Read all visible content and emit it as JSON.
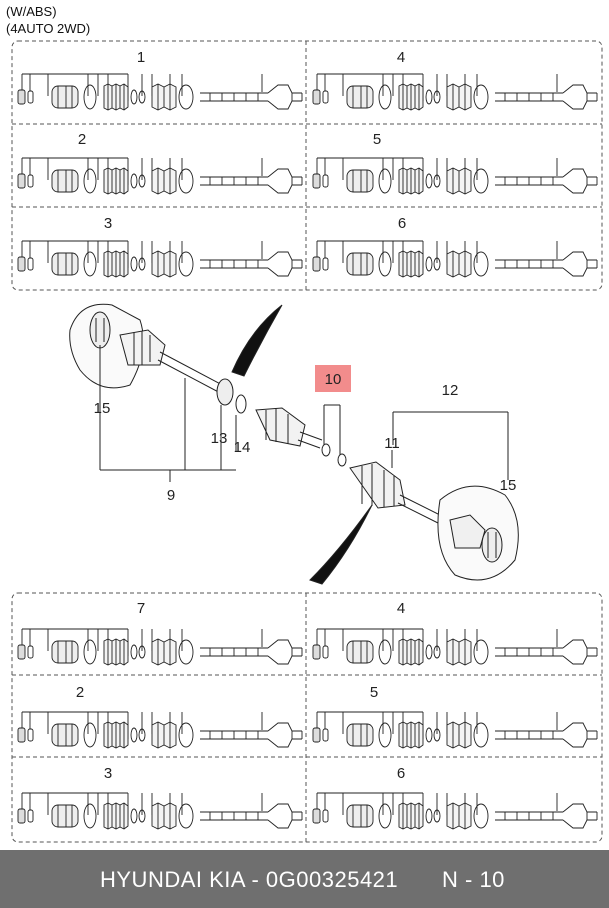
{
  "header": {
    "line1": "(W/ABS)",
    "line2": "(4AUTO 2WD)"
  },
  "callouts": {
    "top_group": [
      "1",
      "4",
      "2",
      "5",
      "3",
      "6"
    ],
    "bottom_group": [
      "7",
      "4",
      "2",
      "5",
      "3",
      "6"
    ],
    "middle": {
      "c9": "9",
      "c10": "10",
      "c11": "11",
      "c12": "12",
      "c13": "13",
      "c14": "14",
      "c15_left": "15",
      "c15_right": "15"
    },
    "highlight_color": "#f28c8c"
  },
  "footer": {
    "part_text": "HYUNDAI  KIA - 0G00325421",
    "page_ref": "N - 10",
    "background_color": "#6f6f6f"
  }
}
